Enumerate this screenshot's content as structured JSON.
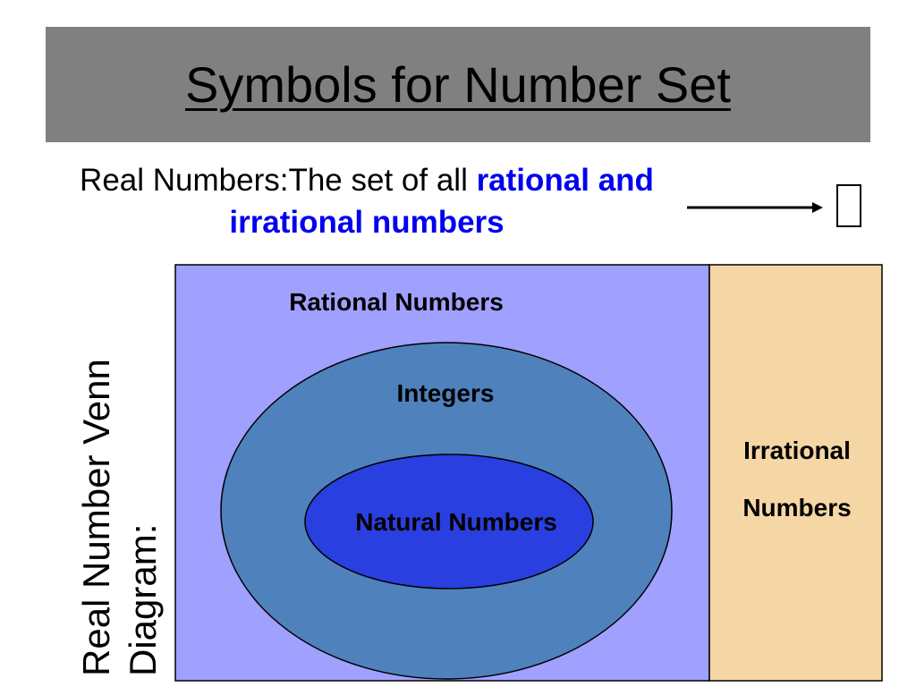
{
  "slide": {
    "title": "Symbols for Number Set",
    "definition": {
      "prefix": "Real Numbers:The set of all ",
      "emphasis": "rational and irrational numbers"
    },
    "symbol_icon": "missing-glyph-box-icon",
    "side_label": "Real Number Venn Diagram:"
  },
  "venn": {
    "rational_label": "Rational Numbers",
    "integers_label": "Integers",
    "natural_label": "Natural Numbers",
    "irrational_label": "Irrational Numbers"
  },
  "colors": {
    "title_bar": "#808080",
    "emphasis_text": "#0000ee",
    "rational_region": "#a0a0ff",
    "irrational_region": "#f5d6a5",
    "integers_region": "#4f81bd",
    "natural_region": "#2a3fe0"
  }
}
